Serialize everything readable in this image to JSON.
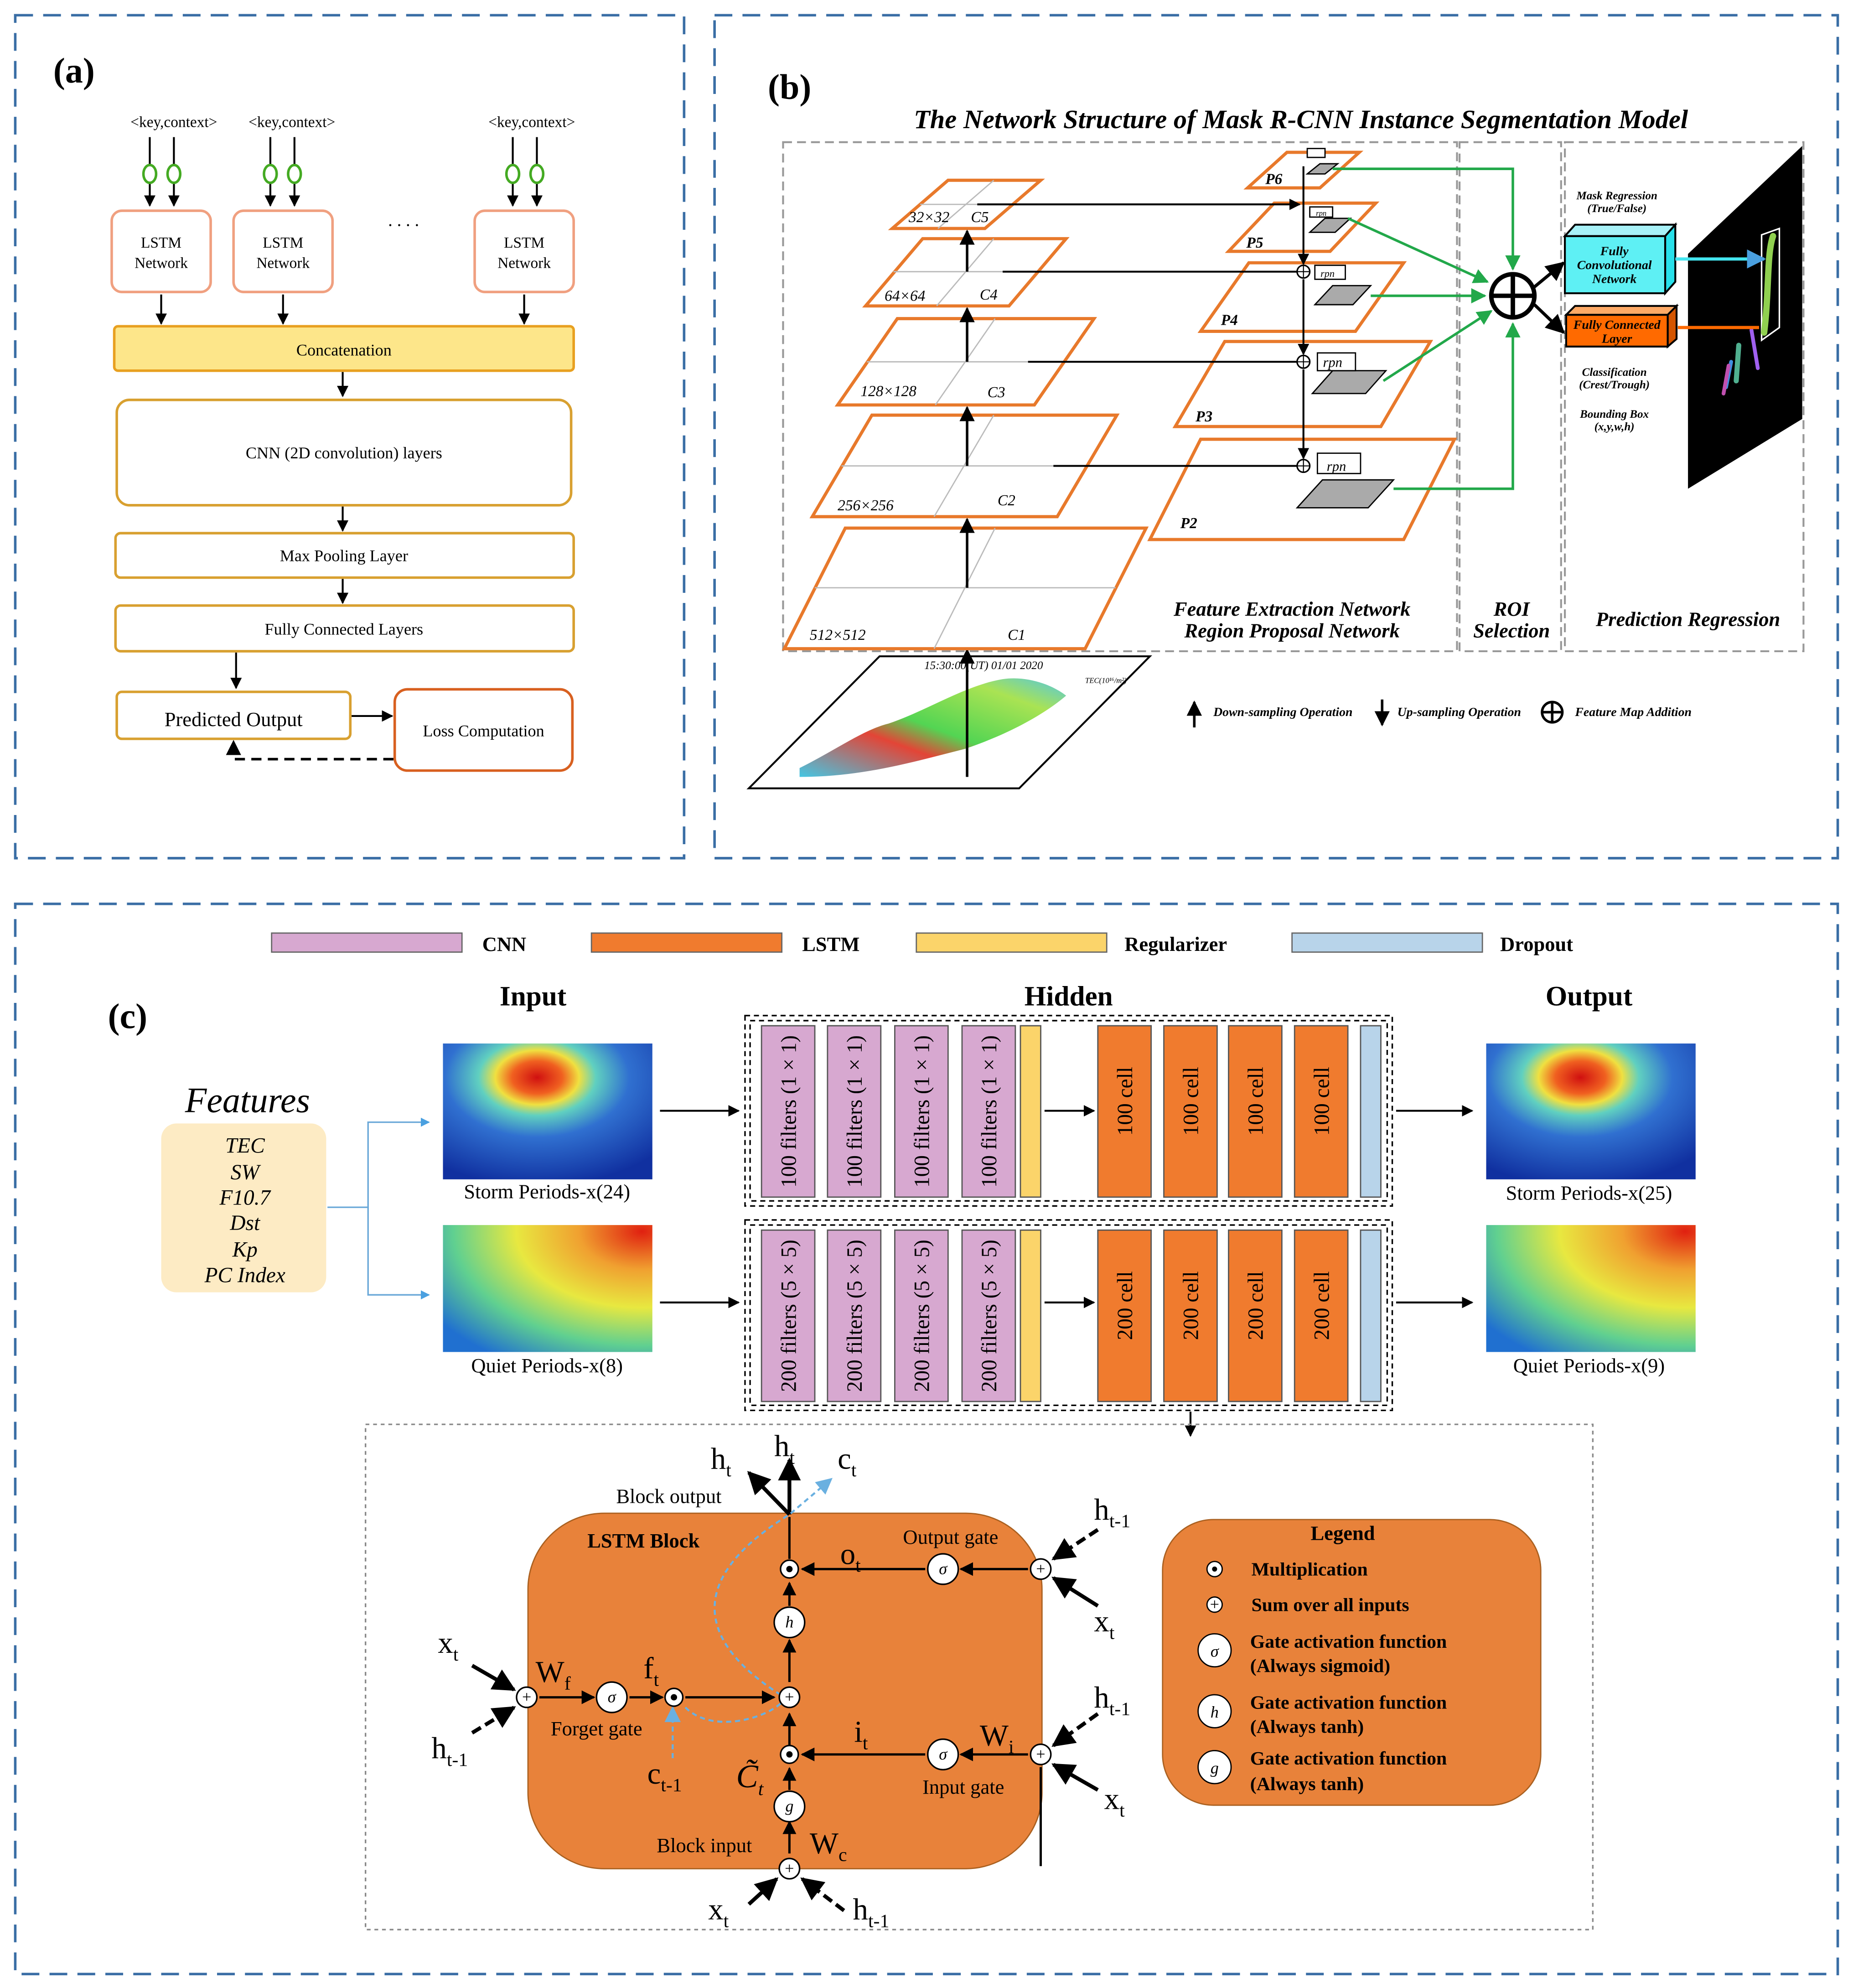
{
  "colors": {
    "frame": "#3a6ea5",
    "orange": "#e8792b",
    "gold": "#e0a020",
    "concat_fill": "#fde68a",
    "green": "#22a84a",
    "cnn": "#d7a8d0",
    "lstm": "#f07b2e",
    "regularizer": "#fbd46a",
    "dropout": "#b8d4ea",
    "block": "#e8823a",
    "features_fill": "#fdebc4",
    "cyan": "#44e6f0"
  },
  "panel_a": {
    "label": "(a)",
    "inputs": [
      "<key,context>",
      "<key,context>",
      "<key,context>"
    ],
    "lstm_line1": "LSTM",
    "lstm_line2": "Network",
    "ellipsis": ". . . .",
    "concatenation": "Concatenation",
    "cnn": "CNN (2D convolution) layers",
    "max_pooling": "Max Pooling Layer",
    "fully_connected": "Fully Connected Layers",
    "predicted_output": "Predicted Output",
    "loss": "Loss Computation"
  },
  "panel_b": {
    "label": "(b)",
    "title": "The Network Structure of Mask R-CNN Instance Segmentation Model",
    "c_levels": [
      {
        "name": "C5",
        "size": "32×32"
      },
      {
        "name": "C4",
        "size": "64×64"
      },
      {
        "name": "C3",
        "size": "128×128"
      },
      {
        "name": "C2",
        "size": "256×256"
      },
      {
        "name": "C1",
        "size": "512×512"
      }
    ],
    "p_levels": [
      "P6",
      "P5",
      "P4",
      "P3",
      "P2"
    ],
    "rpn": "rpn",
    "feature_section_1": "Feature Extraction Network",
    "feature_section_2": "Region Proposal Network",
    "roi_1": "ROI",
    "roi_2": "Selection",
    "prediction": "Prediction Regression",
    "mask_regression_1": "Mask Regression",
    "mask_regression_2": "(True/False)",
    "fcn_1": "Fully",
    "fcn_2": "Convolutional",
    "fcn_3": "Network",
    "fcl_1": "Fully Connected",
    "fcl_2": "Layer",
    "classification_1": "Classification",
    "classification_2": "(Crest/Trough)",
    "bbox_1": "Bounding Box",
    "bbox_2": "(x,y,w,h)",
    "map_title": "15:30:00(UT)  01/01 2020",
    "map_unit": "TEC(10¹⁶/m²)",
    "legend": {
      "down": "Down-sampling Operation",
      "up": "Up-sampling Operation",
      "add": "Feature Map Addition"
    }
  },
  "panel_c": {
    "label": "(c)",
    "legend": [
      "CNN",
      "LSTM",
      "Regularizer",
      "Dropout"
    ],
    "input_title": "Input",
    "hidden_title": "Hidden",
    "output_title": "Output",
    "features_title": "Features",
    "features": [
      "TEC",
      "SW",
      "F10.7",
      "Dst",
      "Kp",
      "PC Index"
    ],
    "storm_input": "Storm Periods-x(24)",
    "quiet_input": "Quiet Periods-x(8)",
    "storm_output": "Storm Periods-x(25)",
    "quiet_output": "Quiet Periods-x(9)",
    "storm_cnn": "100 filters (1 × 1)",
    "storm_lstm": "100 cell",
    "quiet_cnn": "200 filters (5 × 5)",
    "quiet_lstm": "200 cell",
    "block": {
      "title": "LSTM Block",
      "block_output": "Block output",
      "block_input": "Block input",
      "output_gate": "Output gate",
      "forget_gate": "Forget gate",
      "input_gate": "Input gate",
      "ht": "h",
      "ct": "c",
      "xt": "x",
      "ot": "o",
      "ft": "f",
      "it": "i",
      "sub_t": "t",
      "sub_t1": "t-1",
      "wf": "W",
      "wf_sub": "f",
      "wi": "W",
      "wi_sub": "i",
      "wc": "W",
      "wc_sub": "c",
      "ctilde": "C̃"
    },
    "block_legend": {
      "title": "Legend",
      "items": [
        "Multiplication",
        "Sum over all inputs",
        "Gate activation function",
        "(Always sigmoid)",
        "Gate activation function",
        "(Always tanh)",
        "Gate activation function",
        "(Always tanh)"
      ]
    }
  }
}
